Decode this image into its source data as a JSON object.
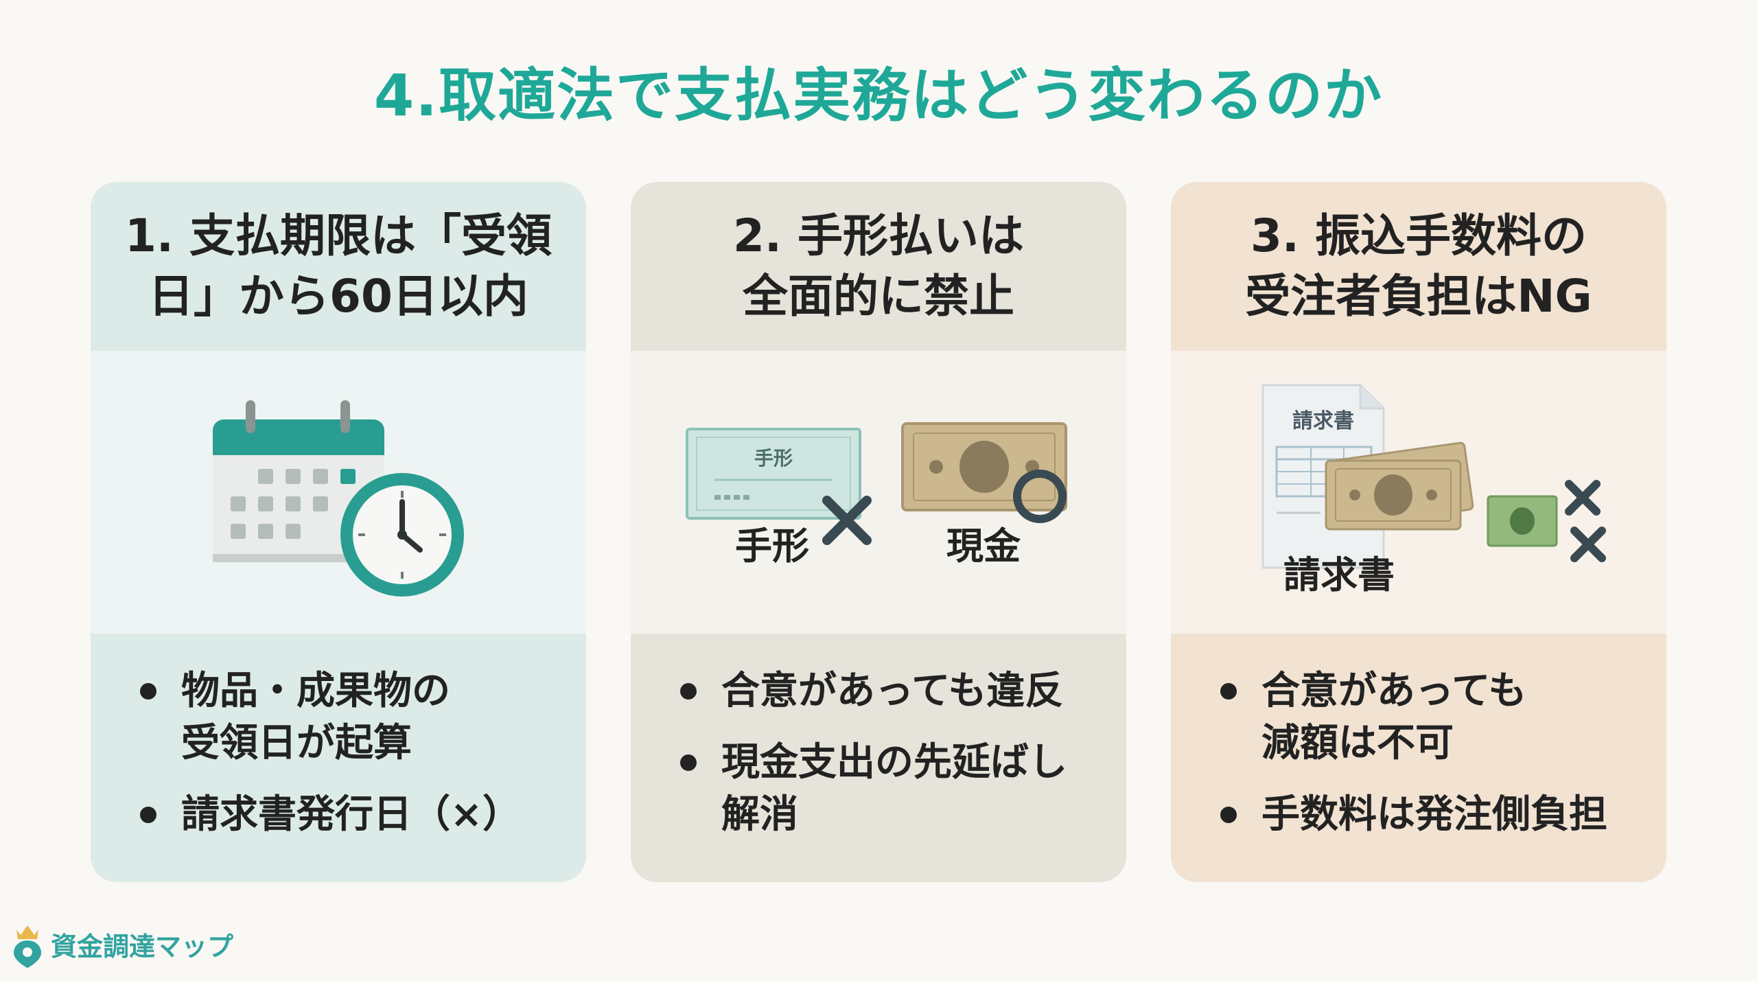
{
  "title": "4.取適法で支払実務はどう変わるのか",
  "cards": [
    {
      "heading": [
        "1. 支払期限は「受領",
        "日」から60日以内"
      ],
      "illustration": {
        "icons": [
          "calendar-icon",
          "clock-icon"
        ]
      },
      "bullets": [
        "物品・成果物の\n受領日が起算",
        "請求書発行日（×）"
      ]
    },
    {
      "heading": [
        "2. 手形払いは",
        "全面的に禁止"
      ],
      "illustration": {
        "bill_text": "手形",
        "bill_label": "手形",
        "cash_label": "現金",
        "icons": [
          "promissory-note-icon",
          "cross-icon",
          "banknote-icon",
          "circle-ok-icon"
        ]
      },
      "bullets": [
        "合意があっても違反",
        "現金支出の先延ばし\n解消"
      ]
    },
    {
      "heading": [
        "3. 振込手数料の",
        "受注者負担はNG"
      ],
      "illustration": {
        "doc_text": "請求書",
        "doc_label": "請求書",
        "icons": [
          "invoice-icon",
          "banknote-icon",
          "cross-icon"
        ]
      },
      "bullets": [
        "合意があっても\n減額は不可",
        "手数料は発注側負担"
      ]
    }
  ],
  "logo": {
    "text": "資金調達マップ",
    "icon": "pin-crown-icon"
  },
  "colors": {
    "accent": "#1fa898",
    "teal": "#2a9d92",
    "cash": "#cbb88f",
    "text": "#222222"
  }
}
